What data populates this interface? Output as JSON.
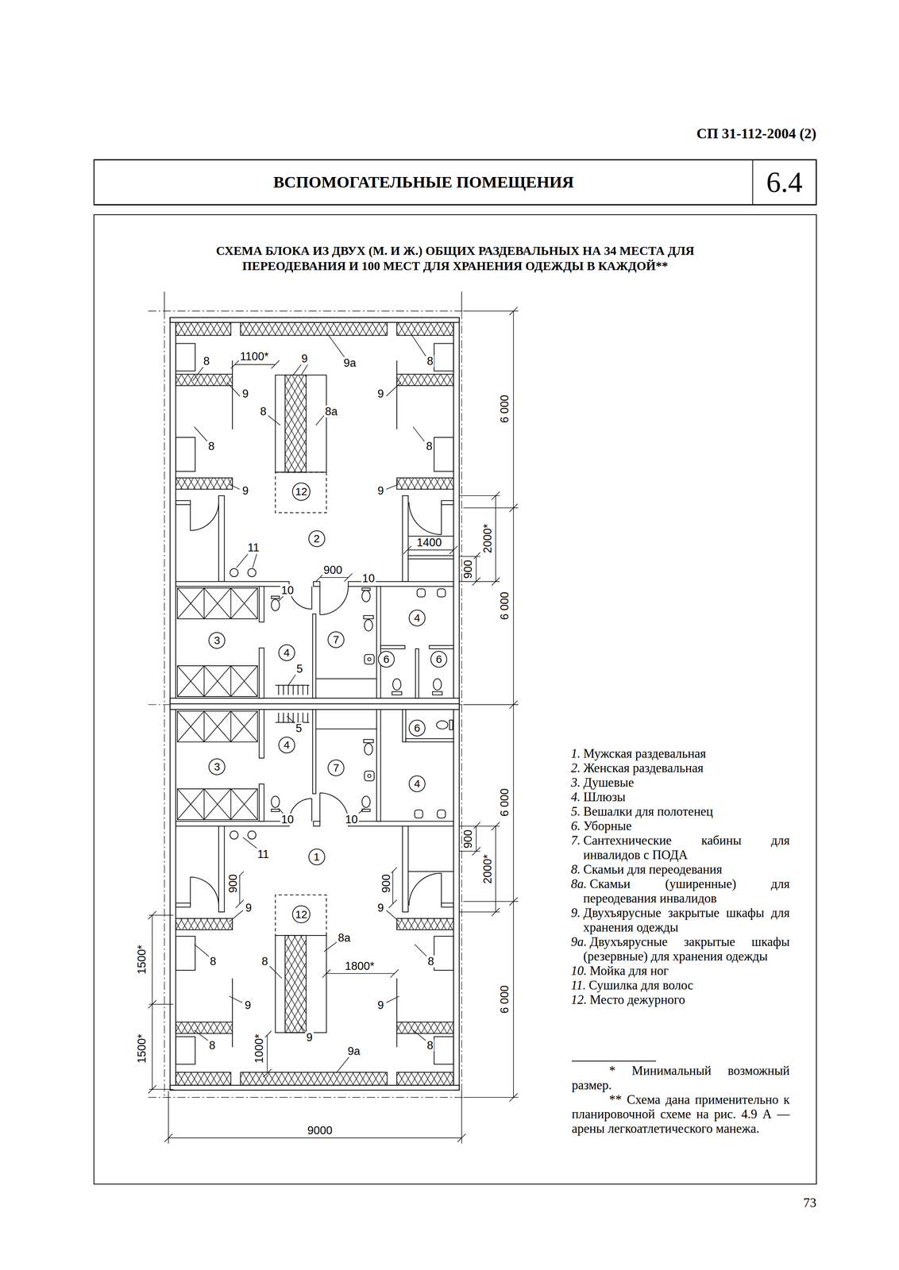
{
  "diagram": {
    "title": "СХЕМА БЛОКА ИЗ ДВУХ (М. И Ж.) ОБЩИХ РАЗДЕВАЛЬНЫХ НА 34 МЕСТА ДЛЯ ПЕРЕОДЕВАНИЯ И 100 МЕСТ ДЛЯ ХРАНЕНИЯ ОДЕЖДЫ В КАЖДОЙ**",
    "nodes": [
      {
        "text": [
          "ВСПОМОГАТЕЛЬНЫЕ ПОМЕЩЕНИЯ"
        ]
      },
      {
        "text": [
          "6.4"
        ]
      },
      {
        "text": [
          "12"
        ]
      },
      {
        "text": [
          "2"
        ]
      },
      {
        "text": [
          "4"
        ]
      },
      {
        "text": [
          "3"
        ]
      },
      {
        "text": [
          "7"
        ]
      },
      {
        "text": [
          "4"
        ]
      },
      {
        "text": [
          "6"
        ]
      },
      {
        "text": [
          "6"
        ]
      },
      {
        "text": [
          "6"
        ]
      },
      {
        "text": [
          "4"
        ]
      },
      {
        "text": [
          "3"
        ]
      },
      {
        "text": [
          "7"
        ]
      },
      {
        "text": [
          "4"
        ]
      },
      {
        "text": [
          "1"
        ]
      },
      {
        "text": [
          "12"
        ]
      }
    ],
    "labels": [
      "СП 31-112-2004 (2)",
      "8",
      "1100*",
      "9",
      "9а",
      "8",
      "9",
      "9",
      "8",
      "8а",
      "6 000",
      "8",
      "8",
      "9",
      "9",
      "2000*",
      "11",
      "1400",
      "900",
      "900",
      "10",
      "10",
      "6 000",
      "5",
      "5",
      "10",
      "10",
      "6 000",
      "900",
      "11",
      "2000*",
      "900",
      "900",
      "9",
      "9",
      "8а",
      "1500*",
      "8",
      "8",
      "1800*",
      "8",
      "9",
      "9",
      "6 000",
      "8",
      "9",
      "1000*",
      "1500*",
      "8",
      "9а",
      "9000",
      "1.",
      "Мужская раздевальная",
      "2.",
      "Женская раздевальная",
      "3.",
      "Душевые",
      "4.",
      "Шлюзы",
      "5.",
      "Вешалки для полотенец",
      "6.",
      "Уборные",
      "7.",
      "Сантехнические кабины для инвалидов с ПОДА",
      "8.",
      "Скамьи для переодевания",
      "8а.",
      "Скамьи (уширенные) для переодевания инвалидов",
      "9.",
      "Двухъярусные закрытые шкафы для хранения одежды",
      "9а.",
      "Двухъярусные закрытые шкафы (резервные) для хранения одежды",
      "10.",
      "Мойка для ног",
      "11.",
      "Сушилка для волос",
      "12.",
      "Место дежурного",
      "* Минимальный возможный размер.",
      "** Схема дана применительно к планировочной схеме на рис. 4.9 А — арены легкоатлетического манежа.",
      "73"
    ]
  }
}
